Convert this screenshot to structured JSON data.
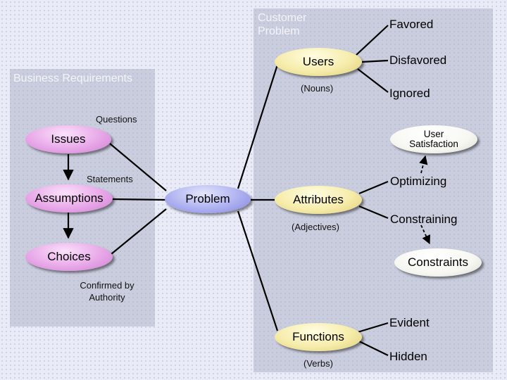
{
  "panels": {
    "business_requirements": "Business Requirements",
    "customer_problem": [
      "Customer",
      "Problem"
    ]
  },
  "nodes": {
    "issues": "Issues",
    "assumptions": "Assumptions",
    "choices": "Choices",
    "problem": "Problem",
    "users": "Users",
    "attributes": "Attributes",
    "functions": "Functions",
    "user_satisfaction": [
      "User",
      "Satisfaction"
    ],
    "constraints": "Constraints"
  },
  "labels": {
    "questions": "Questions",
    "statements": "Statements",
    "confirmed_by_authority": [
      "Confirmed by",
      "Authority"
    ],
    "nouns": "(Nouns)",
    "adjectives": "(Adjectives)",
    "verbs": "(Verbs)"
  },
  "branches": {
    "favored": "Favored",
    "disfavored": "Disfavored",
    "ignored": "Ignored",
    "optimizing": "Optimizing",
    "constraining": "Constraining",
    "evident": "Evident",
    "hidden": "Hidden"
  }
}
